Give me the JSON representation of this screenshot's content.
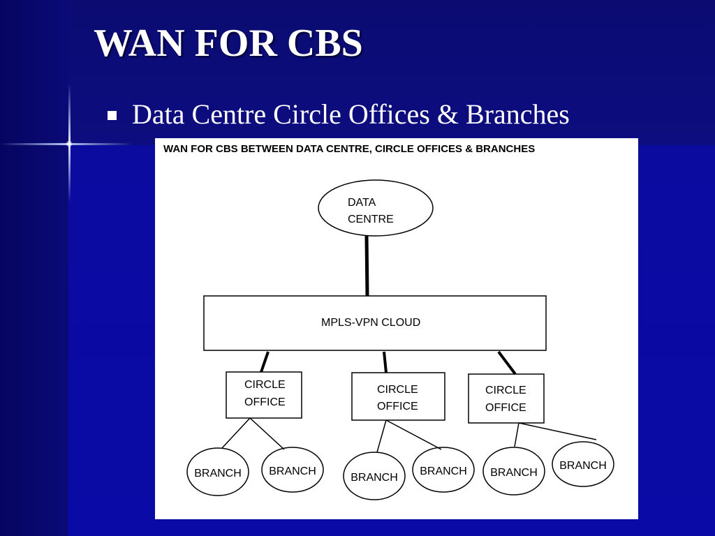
{
  "slide": {
    "title": "WAN FOR CBS",
    "bullet": "Data Centre Circle Offices & Branches"
  },
  "diagram": {
    "heading": "WAN FOR CBS BETWEEN DATA CENTRE, CIRCLE OFFICES & BRANCHES",
    "data_centre": {
      "line1": "DATA",
      "line2": "CENTRE"
    },
    "cloud": "MPLS-VPN CLOUD",
    "circle_offices": [
      {
        "line1": "CIRCLE",
        "line2": "OFFICE",
        "branches": [
          "BRANCH",
          "BRANCH"
        ]
      },
      {
        "line1": "CIRCLE",
        "line2": "OFFICE",
        "branches": [
          "BRANCH",
          "BRANCH"
        ]
      },
      {
        "line1": "CIRCLE",
        "line2": "OFFICE",
        "branches": [
          "BRANCH",
          "BRANCH"
        ]
      }
    ]
  },
  "colors": {
    "background": "#0a0aa6",
    "title_text": "#ffffff",
    "diagram_bg": "#ffffff",
    "diagram_ink": "#000000"
  }
}
